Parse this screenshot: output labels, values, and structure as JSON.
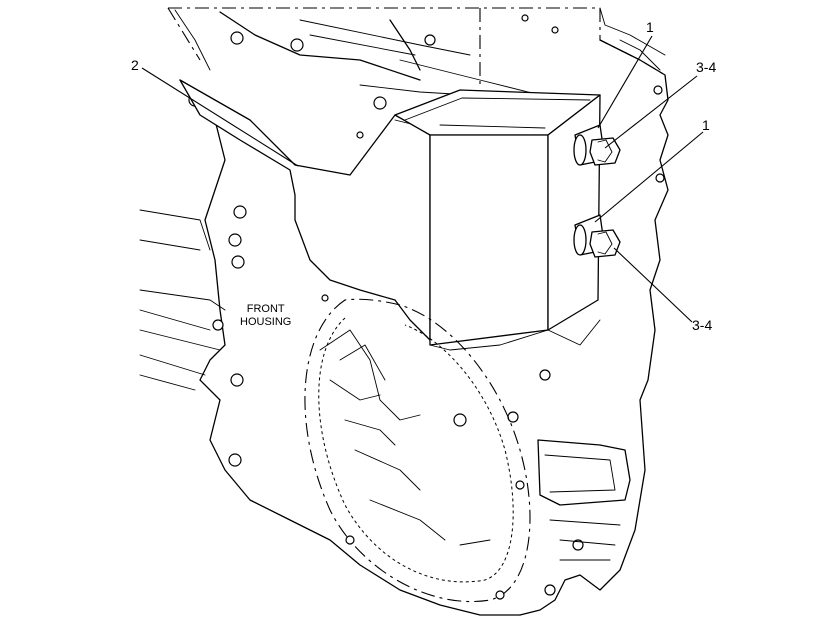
{
  "callouts": {
    "c1_top": "1",
    "c34_top": "3-4",
    "c1_mid": "1",
    "c34_bottom": "3-4",
    "c2": "2"
  },
  "labels": {
    "front_housing_line1": "FRONT",
    "front_housing_line2": "HOUSING"
  }
}
